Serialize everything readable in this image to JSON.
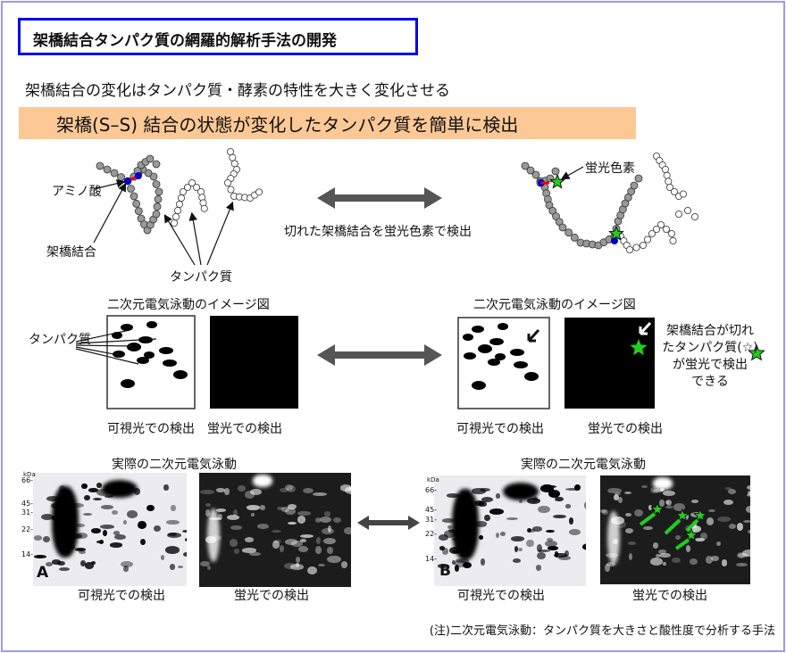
{
  "title": "架橋結合タンパク質の網羅的解析手法の開発",
  "subtitle": "架橋結合の変化はタンパク質・酵素の特性を大きく変化させる",
  "banner": "架橋(S–S) 結合の状態が変化したタンパク質を簡単に検出",
  "top": {
    "amino_acid": "アミノ酸",
    "crosslink": "架橋結合",
    "protein": "タンパク質",
    "center_text": "切れた架橋結合を蛍光色素で検出",
    "fluor_dye": "蛍光色素"
  },
  "middle": {
    "left_title": "二次元電気泳動のイメージ図",
    "right_title": "二次元電気泳動のイメージ図",
    "protein": "タンパク質",
    "visible": "可視光での検出",
    "fluor": "蛍光での検出",
    "note_lines": [
      "架橋結合が切れ",
      "たタンパク質(☆)",
      "が蛍光で検出",
      "できる"
    ]
  },
  "bottom": {
    "left_title": "実際の二次元電気泳動",
    "right_title": "実際の二次元電気泳動",
    "kda": "kDa",
    "ticks": [
      "66-",
      "45-",
      "31-",
      "22-",
      "14-"
    ],
    "panel_a": "A",
    "panel_b": "B",
    "visible": "可視光での検出",
    "fluor": "蛍光での検出"
  },
  "footnote": "(注)二次元電気泳動：タンパク質を大きさと酸性度で分析する手法",
  "colors": {
    "title_border": "#0000ee",
    "banner": "#fcc896",
    "star": "#22cc22",
    "bond": "#ff0000",
    "bond_end": "#0000cc"
  }
}
